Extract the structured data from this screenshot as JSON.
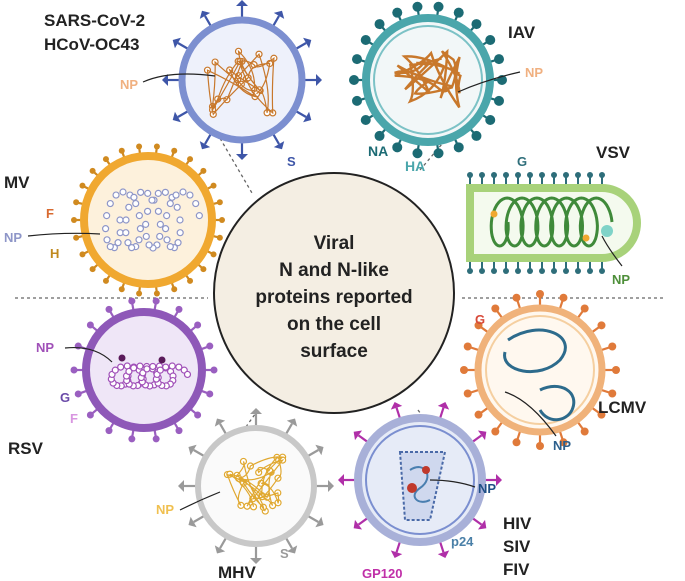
{
  "center": {
    "lines": [
      "Viral",
      "N and N-like",
      "proteins reported",
      "on the cell",
      "surface"
    ],
    "fill": "#f4eee3",
    "stroke": "#222222"
  },
  "viruses": {
    "sars": {
      "names": [
        "SARS-CoV-2",
        "HCoV-OC43"
      ],
      "np": "NP",
      "protein": "S",
      "colors": {
        "envelope": "#7c8fd0",
        "spike": "#3e56a8",
        "np": "#c8782c"
      }
    },
    "iav": {
      "name": "IAV",
      "np": "NP",
      "proteins": [
        "NA",
        "HA"
      ],
      "colors": {
        "envelope": "#4aa6ab",
        "spike": "#1c6b74",
        "np": "#c8782c"
      }
    },
    "vsv": {
      "name": "VSV",
      "np": "NP",
      "protein": "G",
      "colors": {
        "envelope": "#a8d27a",
        "spike": "#2e6e7a",
        "np": "#3f8a3a"
      }
    },
    "lcmv": {
      "name": "LCMV",
      "np": "NP",
      "protein": "G",
      "colors": {
        "envelope": "#f0b27a",
        "spike": "#e07a3a",
        "np": "#2d6b8c"
      }
    },
    "hiv": {
      "names": [
        "HIV",
        "SIV",
        "FIV"
      ],
      "np": "NP",
      "proteins": [
        "p24",
        "GP120"
      ],
      "colors": {
        "envelope": "#a8b0d8",
        "spike": "#b02fa8",
        "np": "#4a7fb0"
      }
    },
    "mhv": {
      "name": "MHV",
      "np": "NP",
      "protein": "S",
      "colors": {
        "envelope": "#c8c8c8",
        "spike": "#9a9a9a",
        "np": "#e0c060"
      }
    },
    "rsv": {
      "name": "RSV",
      "np": "NP",
      "proteins": [
        "G",
        "F"
      ],
      "colors": {
        "envelope": "#8e58b8",
        "spike": "#9a5fc0",
        "np": "#a050b8"
      }
    },
    "mv": {
      "name": "MV",
      "np": "NP",
      "proteins": [
        "F",
        "H"
      ],
      "colors": {
        "envelope": "#f0a830",
        "spike": "#d08a20",
        "np": "#8e96c8"
      }
    }
  },
  "label_colors": {
    "np_sars": "#f0b080",
    "np_iav": "#f0b080",
    "np_vsv": "#4e8f3a",
    "np_lcmv": "#2d5f8c",
    "np_hiv": "#1f4f86",
    "np_mhv": "#f0c050",
    "np_rsv": "#a050b8",
    "np_mv": "#8e96c8",
    "s_sars": "#3e56a8",
    "na": "#1c6b74",
    "ha": "#4aa6ab",
    "g_vsv": "#2e6e7a",
    "g_lcmv": "#d84a3a",
    "p24": "#4a80a8",
    "gp120": "#c02fa8",
    "s_mhv": "#9a9a9a",
    "g_rsv": "#6a4aa8",
    "f_rsv": "#d896e0",
    "f_mv": "#d86a30",
    "h_mv": "#c08a20"
  }
}
